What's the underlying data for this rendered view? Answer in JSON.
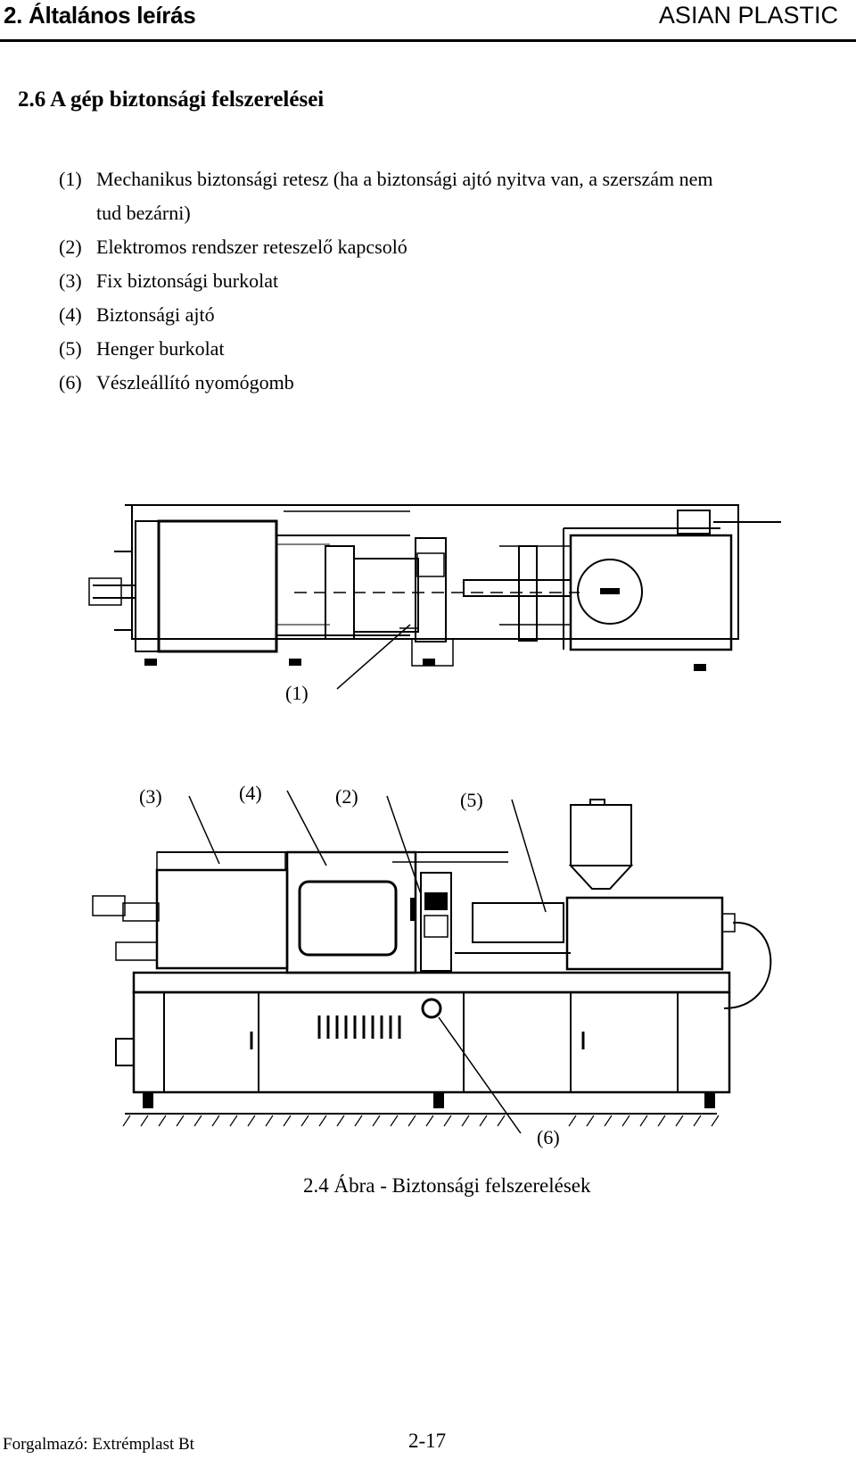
{
  "header": {
    "section": "2.  Általános leírás",
    "brand": "ASIAN PLASTIC"
  },
  "section_title": "2.6  A gép biztonsági felszerelései",
  "items": [
    {
      "num": "(1)",
      "line1": "Mechanikus biztonsági retesz (ha a biztonsági ajtó nyitva van, a szerszám nem",
      "line2": "tud bezárni)"
    },
    {
      "num": "(2)",
      "line1": "Elektromos rendszer reteszelő kapcsoló"
    },
    {
      "num": "(3)",
      "line1": "Fix biztonsági burkolat"
    },
    {
      "num": "(4)",
      "line1": "Biztonsági ajtó"
    },
    {
      "num": "(5)",
      "line1": "Henger burkolat"
    },
    {
      "num": "(6)",
      "line1": "Vészleállító nyomógomb"
    }
  ],
  "figure": {
    "callouts": [
      "(1)",
      "(2)",
      "(3)",
      "(4)",
      "(5)",
      "(6)"
    ],
    "caption": "2.4 Ábra - Biztonsági felszerelések"
  },
  "footer": {
    "distributor": "Forgalmazó: Extrémplast Bt",
    "page": "2-17"
  }
}
